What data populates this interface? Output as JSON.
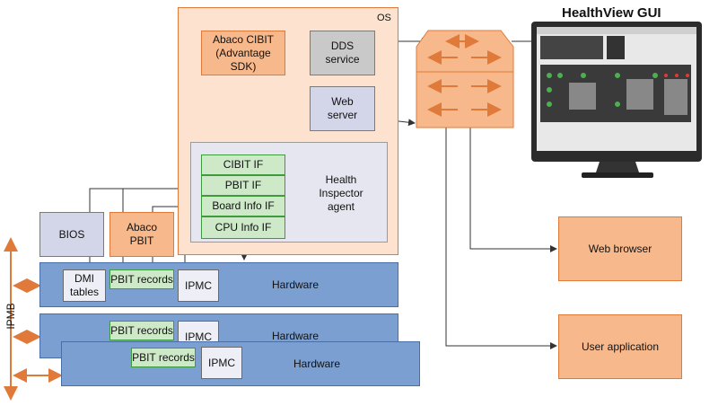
{
  "os_label": "OS",
  "abaco_cibit": "Abaco CIBIT\n(Advantage SDK)",
  "dds_service": "DDS\nservice",
  "web_server": "Web\nserver",
  "health_inspector": "Health\nInspector\nagent",
  "interfaces": [
    "CIBIT IF",
    "PBIT IF",
    "Board Info IF",
    "CPU Info IF"
  ],
  "bios": "BIOS",
  "abaco_pbit": "Abaco\nPBIT",
  "hardware_label": "Hardware",
  "dmi_tables": "DMI\ntables",
  "pbit_records": "PBIT records",
  "ipmc": "IPMC",
  "healthview_title": "HealthView GUI",
  "web_browser": "Web browser",
  "user_application": "User application",
  "ipmb": "IPMB",
  "colors": {
    "orange": "#e07a3a",
    "hardware_blue": "#7b9fd1",
    "green": "#cde9c8"
  }
}
